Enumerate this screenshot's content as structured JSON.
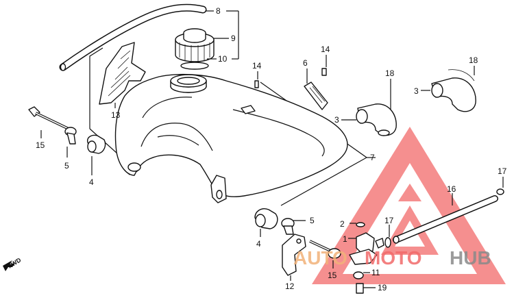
{
  "diagram": {
    "parts": [
      {
        "id": "p1",
        "number": "1"
      },
      {
        "id": "p2",
        "number": "2"
      },
      {
        "id": "p3a",
        "number": "3"
      },
      {
        "id": "p3b",
        "number": "3"
      },
      {
        "id": "p4a",
        "number": "4"
      },
      {
        "id": "p4b",
        "number": "4"
      },
      {
        "id": "p5a",
        "number": "5"
      },
      {
        "id": "p5b",
        "number": "5"
      },
      {
        "id": "p6",
        "number": "6"
      },
      {
        "id": "p7",
        "number": "7"
      },
      {
        "id": "p8",
        "number": "8"
      },
      {
        "id": "p9",
        "number": "9"
      },
      {
        "id": "p10",
        "number": "10"
      },
      {
        "id": "p11",
        "number": "11"
      },
      {
        "id": "p12",
        "number": "12"
      },
      {
        "id": "p13",
        "number": "13"
      },
      {
        "id": "p14a",
        "number": "14"
      },
      {
        "id": "p14b",
        "number": "14"
      },
      {
        "id": "p15a",
        "number": "15"
      },
      {
        "id": "p15b",
        "number": "15"
      },
      {
        "id": "p16",
        "number": "16"
      },
      {
        "id": "p17a",
        "number": "17"
      },
      {
        "id": "p17b",
        "number": "17"
      },
      {
        "id": "p18a",
        "number": "18"
      },
      {
        "id": "p18b",
        "number": "18"
      },
      {
        "id": "p19",
        "number": "19"
      }
    ],
    "direction_label": "FWD"
  },
  "watermark": {
    "part1": "AUTO",
    "part2": "MOTO",
    "part3": "HUB",
    "color_red": "#f26a6a",
    "color_orange": "#f2b27a",
    "color_gray": "#8a8a8a"
  }
}
